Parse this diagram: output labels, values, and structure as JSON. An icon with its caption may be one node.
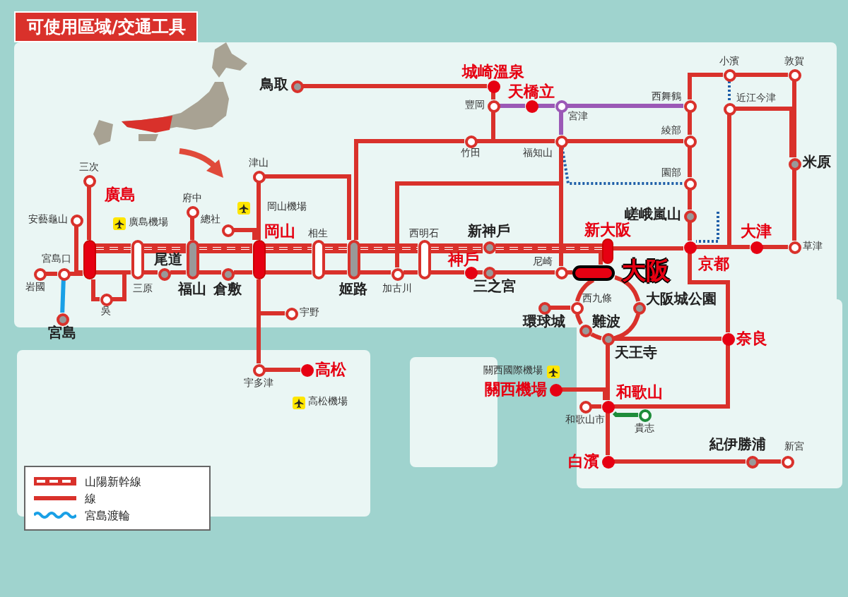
{
  "diagram": {
    "title": "可使用區域/交通工具",
    "nodes": [
      {
        "text": [
          "鳥取"
        ]
      },
      {
        "text": [
          "城崎溫泉"
        ]
      },
      {
        "text": [
          "豐岡"
        ]
      },
      {
        "text": [
          "天橋立"
        ]
      },
      {
        "text": [
          "宮津"
        ]
      },
      {
        "text": [
          "西舞鶴"
        ]
      },
      {
        "text": [
          "小濱"
        ]
      },
      {
        "text": [
          "敦賀"
        ]
      },
      {
        "text": [
          "近江今津"
        ]
      },
      {
        "text": [
          "竹田"
        ]
      },
      {
        "text": [
          "福知山"
        ]
      },
      {
        "text": [
          "綾部"
        ]
      },
      {
        "text": [
          "米原"
        ]
      },
      {
        "text": [
          "三次"
        ]
      },
      {
        "text": [
          "津山"
        ]
      },
      {
        "text": [
          "園部"
        ]
      },
      {
        "text": [
          "府中"
        ]
      },
      {
        "text": [
          "嵯峨嵐山"
        ]
      },
      {
        "text": [
          "安藝龜山"
        ]
      },
      {
        "text": [
          "總社"
        ]
      },
      {
        "text": [
          "廣島"
        ]
      },
      {
        "text": [
          "宮島口"
        ]
      },
      {
        "text": [
          "岩國"
        ]
      },
      {
        "text": [
          "三原"
        ]
      },
      {
        "text": [
          "尾道"
        ]
      },
      {
        "text": [
          "福山"
        ]
      },
      {
        "text": [
          "倉敷"
        ]
      },
      {
        "text": [
          "岡山"
        ]
      },
      {
        "text": [
          "相生"
        ]
      },
      {
        "text": [
          "姬路"
        ]
      },
      {
        "text": [
          "加古川"
        ]
      },
      {
        "text": [
          "西明石"
        ]
      },
      {
        "text": [
          "新神戶"
        ]
      },
      {
        "text": [
          "神戶"
        ]
      },
      {
        "text": [
          "三之宮"
        ]
      },
      {
        "text": [
          "新大阪"
        ]
      },
      {
        "text": [
          "尼崎"
        ]
      },
      {
        "text": [
          "京都"
        ]
      },
      {
        "text": [
          "大津"
        ]
      },
      {
        "text": [
          "草津"
        ]
      },
      {
        "text": [
          "大阪"
        ]
      },
      {
        "text": [
          "宮島"
        ]
      },
      {
        "text": [
          "吳"
        ]
      },
      {
        "text": [
          "環球城"
        ]
      },
      {
        "text": [
          "西九條"
        ]
      },
      {
        "text": [
          "難波"
        ]
      },
      {
        "text": [
          "大阪城公園"
        ]
      },
      {
        "text": [
          "天王寺"
        ]
      },
      {
        "text": [
          "奈良"
        ]
      },
      {
        "text": [
          "宇野"
        ]
      },
      {
        "text": [
          "宇多津"
        ]
      },
      {
        "text": [
          "高松"
        ]
      },
      {
        "text": [
          "關西機場"
        ]
      },
      {
        "text": [
          "和歌山"
        ]
      },
      {
        "text": [
          "和歌山市"
        ]
      },
      {
        "text": [
          "貴志"
        ]
      },
      {
        "text": [
          "白濱"
        ]
      },
      {
        "text": [
          "紀伊勝浦"
        ]
      },
      {
        "text": [
          "新宮"
        ]
      }
    ],
    "edges": [
      {
        "from": 20,
        "to": 23,
        "arrow": "none",
        "style": "thick"
      },
      {
        "from": 23,
        "to": 25,
        "arrow": "none",
        "style": "thick"
      },
      {
        "from": 25,
        "to": 27,
        "arrow": "none",
        "style": "thick"
      },
      {
        "from": 27,
        "to": 28,
        "arrow": "none",
        "style": "thick"
      },
      {
        "from": 28,
        "to": 29,
        "arrow": "none",
        "style": "thick"
      },
      {
        "from": 29,
        "to": 31,
        "arrow": "none",
        "style": "thick"
      },
      {
        "from": 31,
        "to": 32,
        "arrow": "none",
        "style": "thick"
      },
      {
        "from": 32,
        "to": 35,
        "arrow": "none",
        "style": "thick"
      },
      {
        "from": 35,
        "to": 37,
        "arrow": "none"
      },
      {
        "from": 22,
        "to": 21,
        "arrow": "none"
      },
      {
        "from": 21,
        "to": 20,
        "arrow": "none"
      },
      {
        "from": 20,
        "to": 23,
        "arrow": "none"
      },
      {
        "from": 23,
        "to": 24,
        "arrow": "none"
      },
      {
        "from": 24,
        "to": 25,
        "arrow": "none"
      },
      {
        "from": 25,
        "to": 26,
        "arrow": "none"
      },
      {
        "from": 26,
        "to": 27,
        "arrow": "none"
      },
      {
        "from": 27,
        "to": 28,
        "arrow": "none"
      },
      {
        "from": 28,
        "to": 29,
        "arrow": "none"
      },
      {
        "from": 29,
        "to": 30,
        "arrow": "none"
      },
      {
        "from": 30,
        "to": 31,
        "arrow": "none"
      },
      {
        "from": 31,
        "to": 33,
        "arrow": "none"
      },
      {
        "from": 33,
        "to": 34,
        "arrow": "none"
      },
      {
        "from": 34,
        "to": 36,
        "arrow": "none"
      },
      {
        "from": 36,
        "to": 40,
        "arrow": "none"
      },
      {
        "from": 40,
        "to": 35,
        "arrow": "none"
      },
      {
        "from": 37,
        "to": 38,
        "arrow": "none"
      },
      {
        "from": 38,
        "to": 39,
        "arrow": "none"
      },
      {
        "from": 13,
        "to": 20,
        "arrow": "none"
      },
      {
        "from": 18,
        "to": 20,
        "arrow": "none"
      },
      {
        "from": 20,
        "to": 42,
        "arrow": "none"
      },
      {
        "from": 42,
        "to": 23,
        "arrow": "none"
      },
      {
        "from": 16,
        "to": 25,
        "arrow": "none"
      },
      {
        "from": 19,
        "to": 27,
        "arrow": "none"
      },
      {
        "from": 27,
        "to": 14,
        "arrow": "none"
      },
      {
        "from": 14,
        "to": 29,
        "arrow": "none"
      },
      {
        "from": 29,
        "to": 9,
        "arrow": "none"
      },
      {
        "from": 9,
        "to": 10,
        "arrow": "none"
      },
      {
        "from": 10,
        "to": 11,
        "arrow": "none"
      },
      {
        "from": 0,
        "to": 1,
        "arrow": "none"
      },
      {
        "from": 1,
        "to": 2,
        "arrow": "none"
      },
      {
        "from": 2,
        "to": 10,
        "arrow": "none"
      },
      {
        "from": 2,
        "to": 3,
        "arrow": "none",
        "color": "#9b59b6"
      },
      {
        "from": 3,
        "to": 4,
        "arrow": "none",
        "color": "#9b59b6"
      },
      {
        "from": 4,
        "to": 5,
        "arrow": "none",
        "color": "#9b59b6"
      },
      {
        "from": 4,
        "to": 10,
        "arrow": "none",
        "color": "#9b59b6"
      },
      {
        "from": 5,
        "to": 11,
        "arrow": "none"
      },
      {
        "from": 11,
        "to": 15,
        "arrow": "none"
      },
      {
        "from": 15,
        "to": 17,
        "arrow": "none"
      },
      {
        "from": 17,
        "to": 37,
        "arrow": "none"
      },
      {
        "from": 5,
        "to": 6,
        "arrow": "none"
      },
      {
        "from": 6,
        "to": 7,
        "arrow": "none"
      },
      {
        "from": 7,
        "to": 12,
        "arrow": "none"
      },
      {
        "from": 12,
        "to": 39,
        "arrow": "none"
      },
      {
        "from": 8,
        "to": 12,
        "arrow": "none"
      },
      {
        "from": 8,
        "to": 37,
        "arrow": "none"
      },
      {
        "from": 6,
        "to": 8,
        "arrow": "none",
        "style": "dashed",
        "color": "#1f5fa8"
      },
      {
        "from": 10,
        "to": 15,
        "arrow": "none",
        "style": "dashed",
        "color": "#1f5fa8"
      },
      {
        "from": null,
        "to": 37,
        "arrow": "none",
        "style": "dashed",
        "color": "#1f5fa8"
      },
      {
        "from": 10,
        "to": 36,
        "arrow": "none"
      },
      {
        "from": 30,
        "to": 10,
        "arrow": "none"
      },
      {
        "from": 40,
        "to": 44,
        "arrow": "none"
      },
      {
        "from": 44,
        "to": 45,
        "arrow": "none"
      },
      {
        "from": 45,
        "to": 47,
        "arrow": "none"
      },
      {
        "from": 47,
        "to": 46,
        "arrow": "none"
      },
      {
        "from": 46,
        "to": 40,
        "arrow": "none"
      },
      {
        "from": 43,
        "to": 44,
        "arrow": "none"
      },
      {
        "from": 47,
        "to": 48,
        "arrow": "none"
      },
      {
        "from": 37,
        "to": 48,
        "arrow": "none"
      },
      {
        "from": 48,
        "to": 53,
        "arrow": "none"
      },
      {
        "from": 47,
        "to": 53,
        "arrow": "none"
      },
      {
        "from": 52,
        "to": 53,
        "arrow": "none"
      },
      {
        "from": 54,
        "to": 53,
        "arrow": "none"
      },
      {
        "from": 53,
        "to": 55,
        "arrow": "none",
        "color": "#1e8c3a"
      },
      {
        "from": 53,
        "to": 56,
        "arrow": "none"
      },
      {
        "from": 56,
        "to": 57,
        "arrow": "none"
      },
      {
        "from": 57,
        "to": 58,
        "arrow": "none"
      },
      {
        "from": 27,
        "to": 50,
        "arrow": "none"
      },
      {
        "from": 50,
        "to": 51,
        "arrow": "none"
      },
      {
        "from": 27,
        "to": 49,
        "arrow": "none"
      },
      {
        "from": 21,
        "to": 41,
        "arrow": "none",
        "color": "#1aa0e6"
      }
    ],
    "labels": [
      "廣島機場",
      "岡山機場",
      "高松機場",
      "關西國際機場"
    ],
    "legend": [
      {
        "text": "山陽新幹線"
      },
      {
        "text": "線"
      },
      {
        "text": "宮島渡輪"
      }
    ]
  }
}
